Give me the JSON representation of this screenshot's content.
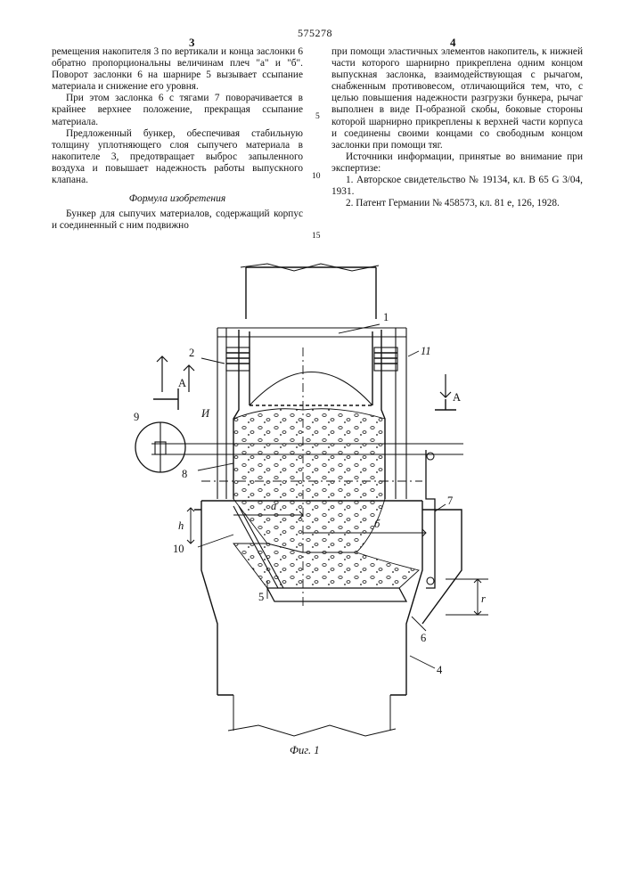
{
  "header": {
    "page_left": "3",
    "doc_number": "575278",
    "page_right": "4"
  },
  "left_column": {
    "p1": "ремещения накопителя 3 по вертикали и конца заслонки 6 обратно пропорциональны величинам плеч \"а\" и \"б\". Поворот заслонки 6 на шарнире 5 вызывает ссыпание материала и снижение его уровня.",
    "p2": "При этом заслонка 6 с тягами 7 поворачивается в крайнее верхнее положение, прекращая ссыпание материала.",
    "p3": "Предложенный бункер, обеспечивая стабильную толщину уплотняющего слоя сыпучего материала в накопителе 3, предотвращает выброс запыленного воздуха и повышает надежность работы выпускного клапана.",
    "heading": "Формула изобретения",
    "p4": "Бункер для сыпучих материалов, содержащий корпус и соединенный с ним подвижно"
  },
  "right_column": {
    "p1": "при помощи эластичных элементов накопитель, к нижней части которого шарнирно прикреплена одним концом выпускная заслонка, взаимодействующая с рычагом, снабженным противовесом, отличающийся тем, что, с целью повышения надежности разгрузки бункера, рычаг выполнен в виде П-образной скобы, боковые стороны которой шарнирно прикреплены к верхней части корпуса и соединены своими концами со свободным концом заслонки при помощи тяг.",
    "p2": "Источники информации, принятые во внимание при экспертизе:",
    "ref1": "1. Авторское свидетельство № 19134, кл. В 65 G 3/04, 1931.",
    "ref2": "2. Патент Германии № 458573, кл. 81 е, 126, 1928."
  },
  "line_numbers": [
    "5",
    "10",
    "15"
  ],
  "figure": {
    "caption": "Фиг. 1",
    "labels": {
      "n1": "1",
      "n2": "2",
      "n4": "4",
      "n5": "5",
      "n6": "6",
      "n7": "7",
      "n8": "8",
      "n9": "9",
      "n10": "10",
      "n11": "11",
      "a_left": "А",
      "a_right": "А",
      "ii": "И",
      "a_arm": "а",
      "b_arm": "б",
      "r_dim": "r",
      "h_dim": "h"
    }
  }
}
